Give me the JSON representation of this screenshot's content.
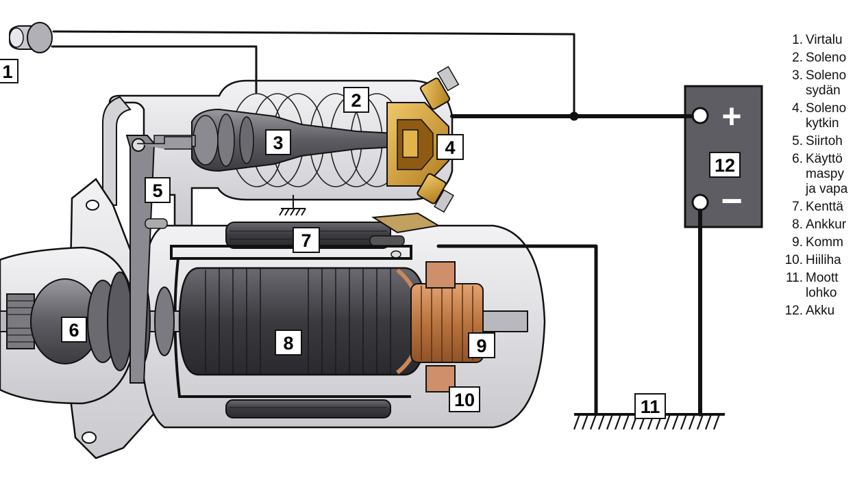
{
  "colors": {
    "housing": "#e6e6e9",
    "housing_dark": "#c8c8cd",
    "outline": "#111111",
    "armature": "#4a4a4e",
    "copper": "#c9885a",
    "brass": "#d9a441",
    "battery": "#5d5d63",
    "wire": "#111111"
  },
  "callouts": [
    {
      "id": "1",
      "label": "1"
    },
    {
      "id": "2",
      "label": "2"
    },
    {
      "id": "3",
      "label": "3"
    },
    {
      "id": "4",
      "label": "4"
    },
    {
      "id": "5",
      "label": "5"
    },
    {
      "id": "6",
      "label": "6"
    },
    {
      "id": "7",
      "label": "7"
    },
    {
      "id": "8",
      "label": "8"
    },
    {
      "id": "9",
      "label": "9"
    },
    {
      "id": "10",
      "label": "10"
    },
    {
      "id": "11",
      "label": "11"
    },
    {
      "id": "12",
      "label": "12"
    }
  ],
  "battery": {
    "plus": "+",
    "minus": "−"
  },
  "legend": [
    {
      "num": "1.",
      "text": "Virtalu"
    },
    {
      "num": "2.",
      "text": "Soleno"
    },
    {
      "num": "3.",
      "text": "Soleno\nsydän"
    },
    {
      "num": "4.",
      "text": "Soleno\nkytkin"
    },
    {
      "num": "5.",
      "text": "Siirtoh"
    },
    {
      "num": "6.",
      "text": "Käyttö\nmaspy\nja vapa"
    },
    {
      "num": "7.",
      "text": "Kenttä"
    },
    {
      "num": "8.",
      "text": "Ankkur"
    },
    {
      "num": "9.",
      "text": "Komm"
    },
    {
      "num": "10.",
      "text": "Hiiliha"
    },
    {
      "num": "11.",
      "text": "Moott\nlohko"
    },
    {
      "num": "12.",
      "text": "Akku"
    }
  ]
}
